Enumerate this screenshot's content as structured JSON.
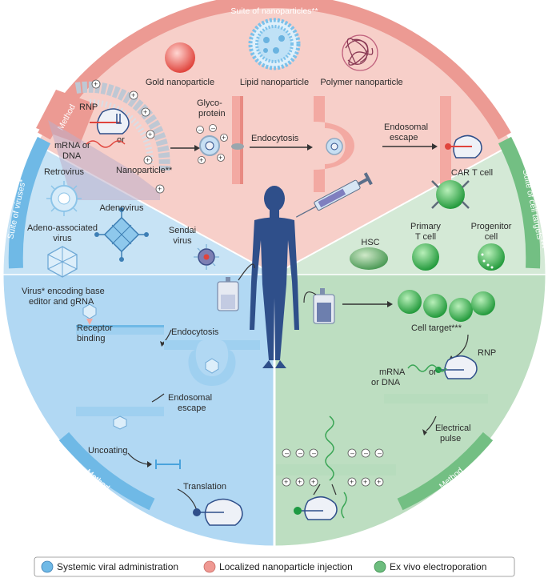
{
  "arc_labels": {
    "nanoparticles": "Suite of nanoparticles**",
    "viruses": "Suite of viruses*",
    "cells": "Suite of cell targets***",
    "method_np": "Method",
    "method_virus": "Method",
    "method_cell": "Method"
  },
  "nanoparticles": {
    "gold": "Gold nanoparticle",
    "lipid": "Lipid nanoparticle",
    "polymer": "Polymer nanoparticle"
  },
  "np_method": {
    "rnp": "RNP",
    "or": "or",
    "mrna1": "mRNA or",
    "mrna2": "DNA",
    "nanoparticle": "Nanoparticle**",
    "glyco1": "Glyco-",
    "glyco2": "protein",
    "endocytosis": "Endocytosis",
    "endo1": "Endosomal",
    "endo2": "escape"
  },
  "viruses": {
    "retrovirus": "Retrovirus",
    "adenovirus": "Adenovirus",
    "aav1": "Adeno-associated",
    "aav2": "virus",
    "sendai1": "Sendai",
    "sendai2": "virus"
  },
  "virus_method": {
    "encoding1": "Virus* encoding base",
    "encoding2": "editor and gRNA",
    "receptor1": "Receptor",
    "receptor2": "binding",
    "endocytosis": "Endocytosis",
    "endo1": "Endosomal",
    "endo2": "escape",
    "uncoating": "Uncoating",
    "translation": "Translation"
  },
  "cells": {
    "car": "CAR T cell",
    "primary1": "Primary",
    "primary2": "T cell",
    "progenitor1": "Progenitor",
    "progenitor2": "cell",
    "hsc": "HSC"
  },
  "cell_method": {
    "target": "Cell target***",
    "rnp": "RNP",
    "or": "or",
    "mrna1": "mRNA",
    "mrna2": "or DNA",
    "pulse1": "Electrical",
    "pulse2": "pulse"
  },
  "legend": {
    "systemic": "Systemic viral administration",
    "localized": "Localized nanoparticle injection",
    "exvivo": "Ex vivo electroporation"
  },
  "colors": {
    "pink": "#f6c9c4",
    "pink_dark": "#ef9993",
    "blue": "#c6e2f5",
    "blue_dark": "#6fb9e6",
    "green": "#cfe6d3",
    "green_dark": "#6dbd7e",
    "body": "#2f4f8a"
  }
}
